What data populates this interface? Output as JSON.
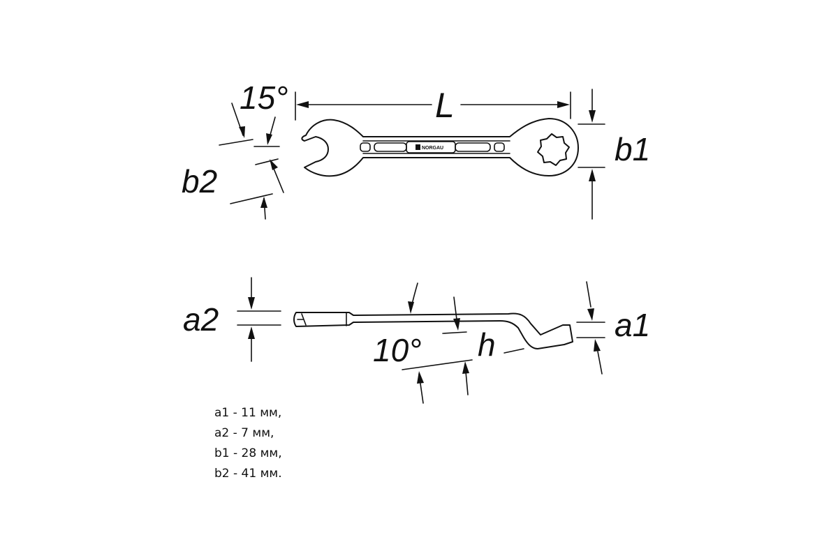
{
  "labels": {
    "angle_top": "15°",
    "length": "L",
    "b1": "b1",
    "b2": "b2",
    "a1": "a1",
    "a2": "a2",
    "angle_side": "10°",
    "h": "h",
    "brand": "NORGAU"
  },
  "specs": [
    "a1 - 11 мм,",
    "a2 - 7 мм,",
    "b1 - 28 мм,",
    "b2 - 41 мм."
  ],
  "colors": {
    "line": "#111111",
    "background": "#ffffff"
  }
}
